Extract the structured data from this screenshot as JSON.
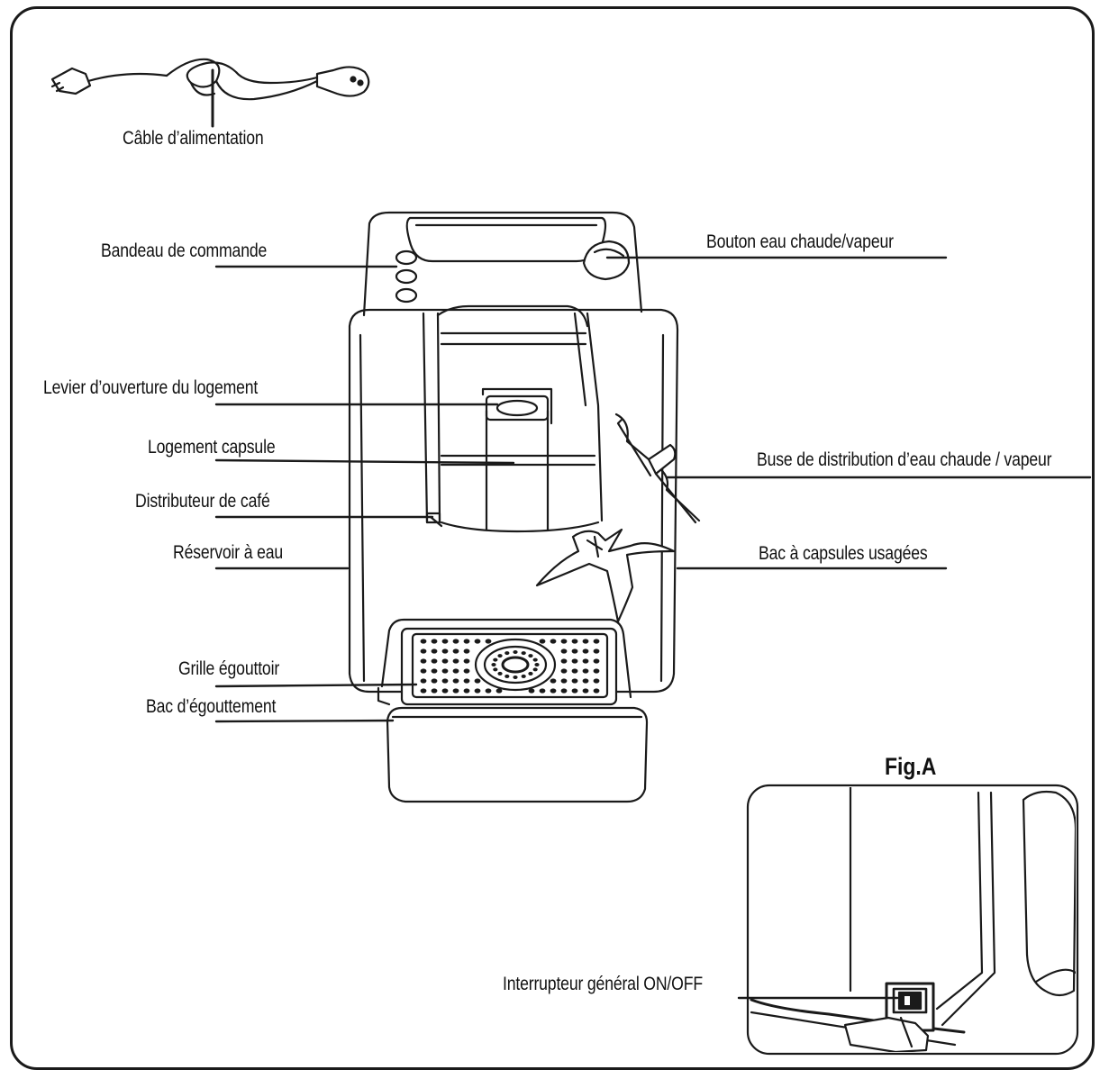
{
  "labels": {
    "power_cable": "Câble d’alimentation",
    "control_panel": "Bandeau de commande",
    "hot_water_steam_knob": "Bouton eau chaude/vapeur",
    "chamber_lever": "Levier d’ouverture du logement",
    "capsule_chamber": "Logement capsule",
    "hot_water_steam_nozzle": "Buse de distribution d’eau chaude / vapeur",
    "coffee_dispenser": "Distributeur de café",
    "water_tank": "Réservoir à eau",
    "used_capsule_bin": "Bac à capsules usagées",
    "drip_grid": "Grille égouttoir",
    "drip_tray": "Bac d’égouttement",
    "fig_title": "Fig.A",
    "main_switch": "Interrupteur général ON/OFF"
  },
  "colors": {
    "line": "#1a1a1a",
    "background": "#ffffff"
  }
}
